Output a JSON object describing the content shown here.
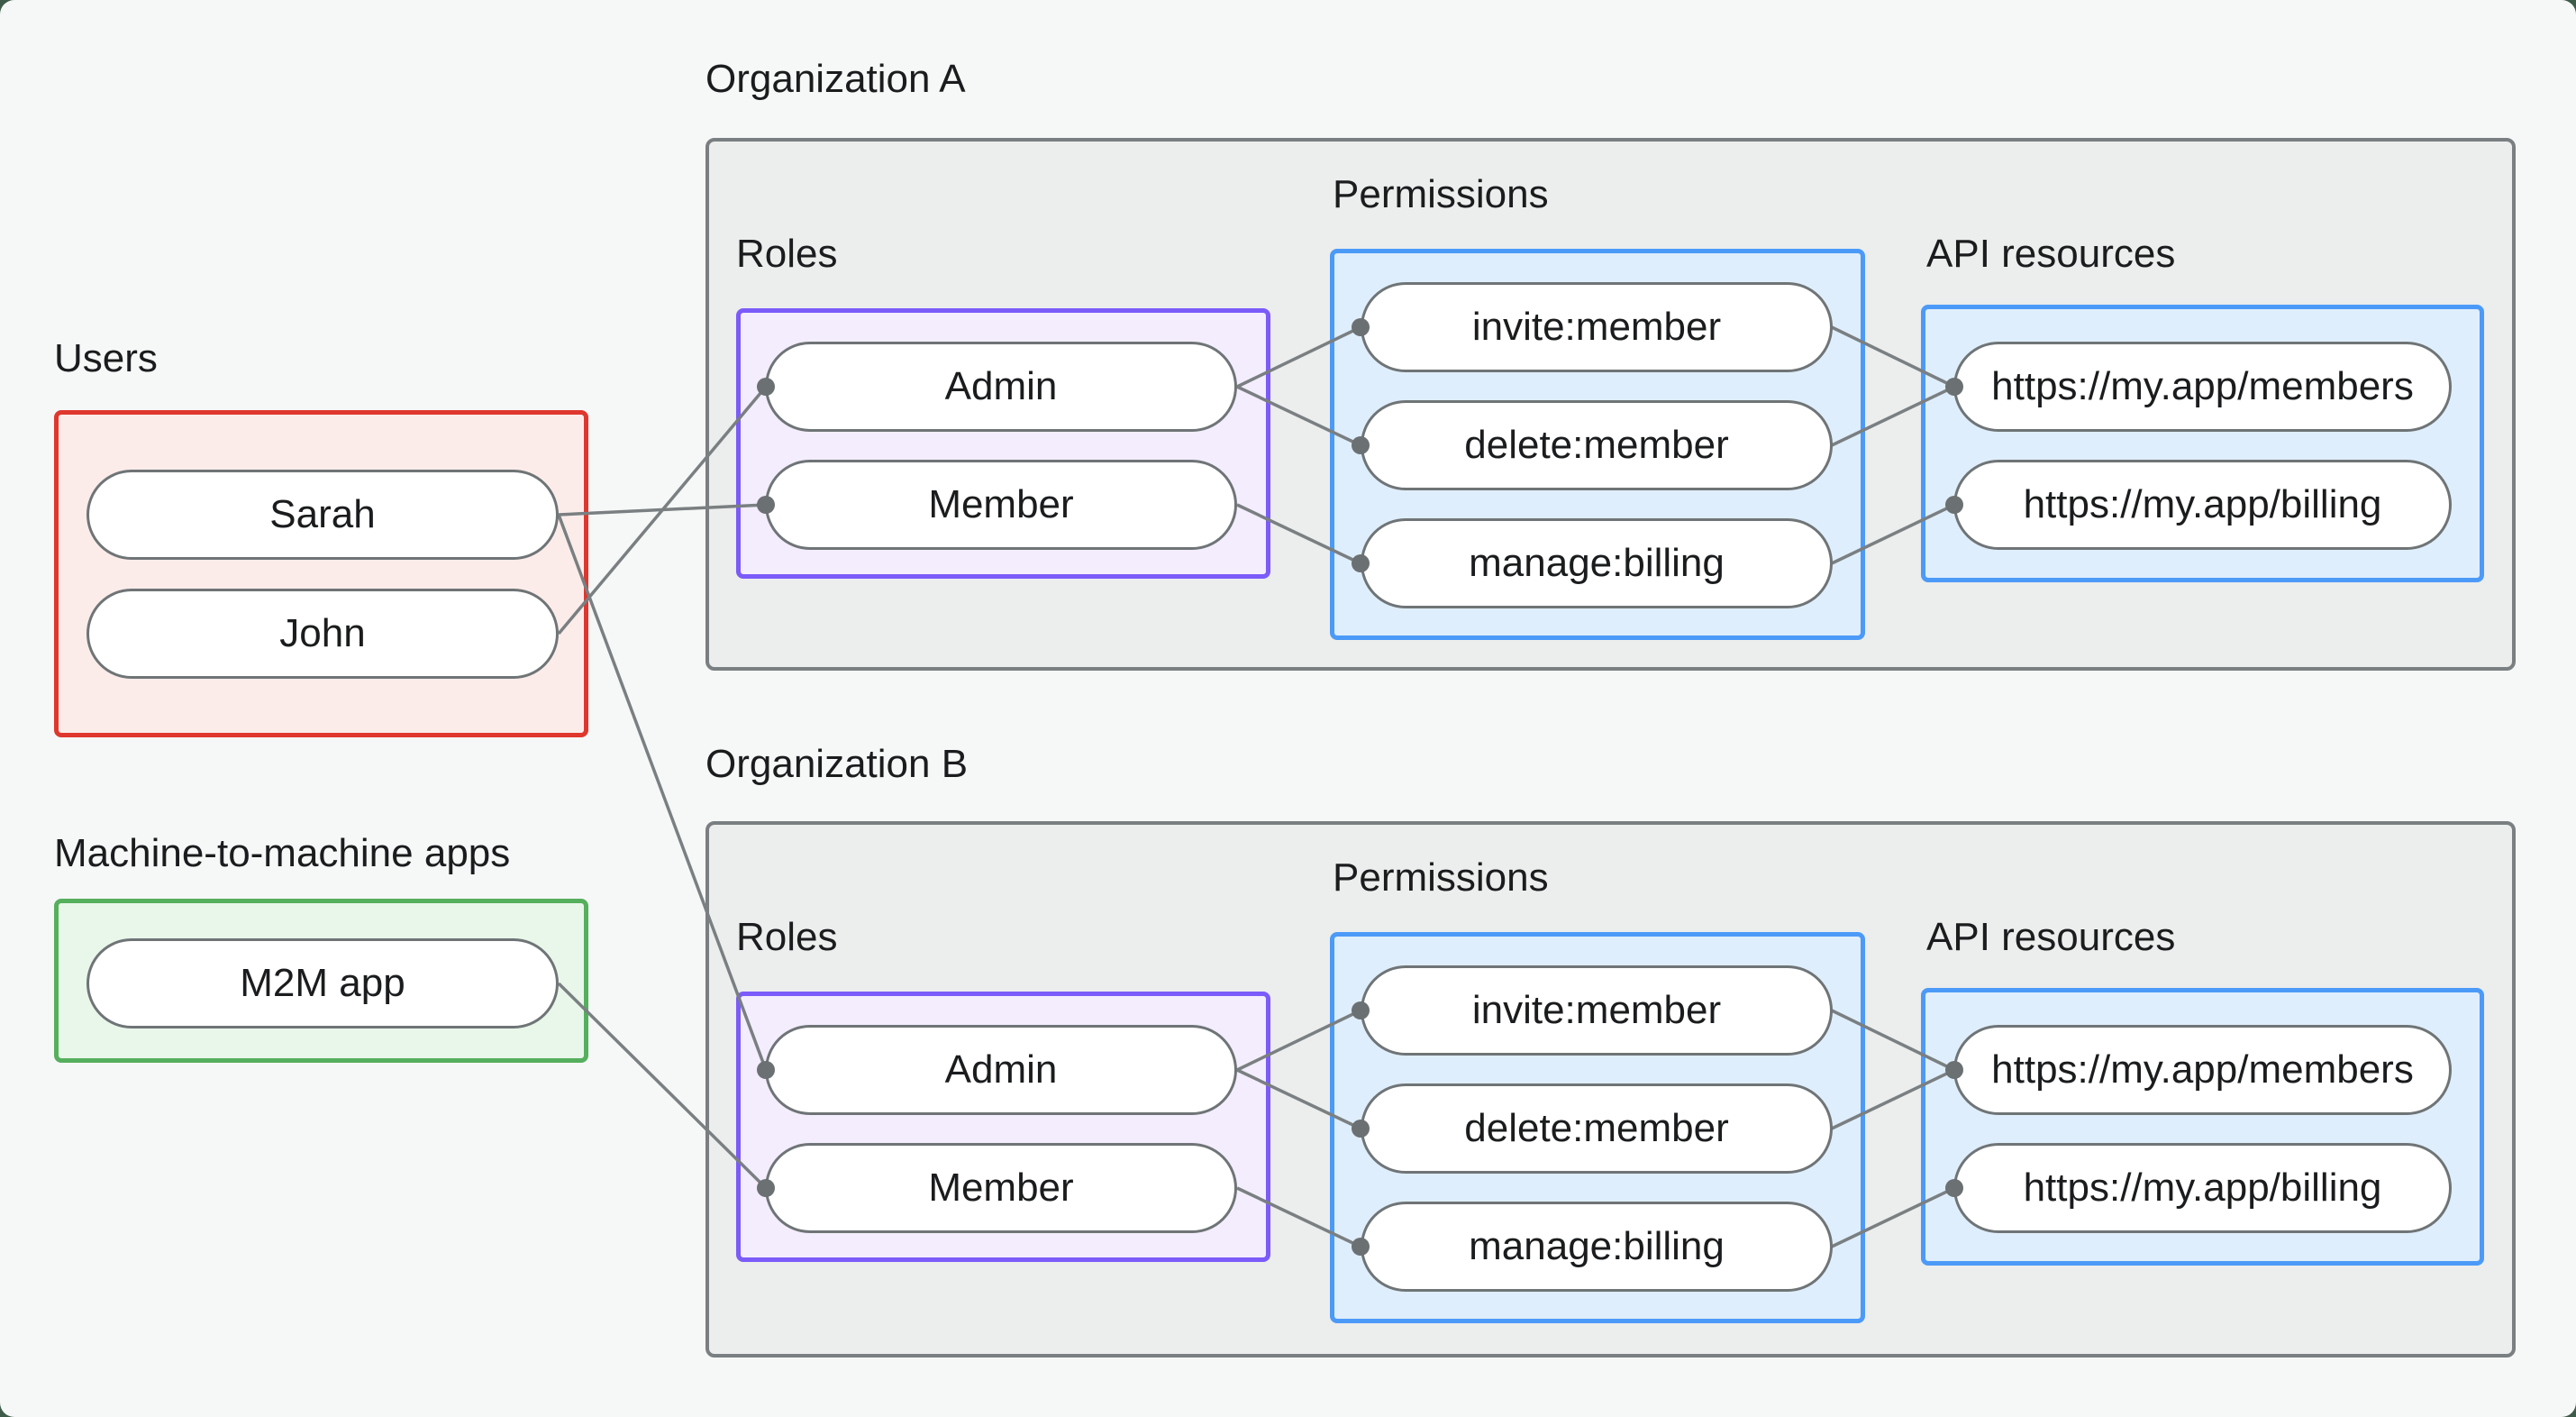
{
  "page": {
    "background": "#F6F7F7",
    "outer_background": "#3E5B49",
    "text_color": "#1A1C1E"
  },
  "colors": {
    "org_border": "#7A7F81",
    "org_fill": "#ECEDED",
    "users_border": "#DF372E",
    "users_fill": "#FBECEA",
    "m2m_border": "#55AF5D",
    "m2m_fill": "#E9F6EA",
    "roles_border": "#7B5BF9",
    "roles_fill": "#F3EDFD",
    "permissions_border": "#4C9AF8",
    "permissions_fill": "#DFEEFC",
    "node_border": "#6F7476",
    "node_fill": "#FFFFFF",
    "edge_line": "#7A7F81",
    "edge_dot": "#6B7073"
  },
  "users_group": {
    "label": "Users",
    "members": [
      {
        "name": "Sarah"
      },
      {
        "name": "John"
      }
    ]
  },
  "m2m_group": {
    "label": "Machine-to-machine apps",
    "members": [
      {
        "name": "M2M app"
      }
    ]
  },
  "org_a": {
    "label": "Organization A",
    "roles_label": "Roles",
    "permissions_label": "Permissions",
    "api_label": "API resources",
    "roles": [
      "Admin",
      "Member"
    ],
    "permissions": [
      "invite:member",
      "delete:member",
      "manage:billing"
    ],
    "api_resources": [
      "https://my.app/members",
      "https://my.app/billing"
    ]
  },
  "org_b": {
    "label": "Organization B",
    "roles_label": "Roles",
    "permissions_label": "Permissions",
    "api_label": "API resources",
    "roles": [
      "Admin",
      "Member"
    ],
    "permissions": [
      "invite:member",
      "delete:member",
      "manage:billing"
    ],
    "api_resources": [
      "https://my.app/members",
      "https://my.app/billing"
    ]
  },
  "connections": [
    {
      "from": "Sarah",
      "to": "Org A / Member"
    },
    {
      "from": "John",
      "to": "Org A / Admin"
    },
    {
      "from": "Sarah",
      "to": "Org B / Admin"
    },
    {
      "from": "M2M app",
      "to": "Org B / Member"
    },
    {
      "from": "Org A / Admin",
      "to": "Org A / invite:member"
    },
    {
      "from": "Org A / Admin",
      "to": "Org A / delete:member"
    },
    {
      "from": "Org A / Member",
      "to": "Org A / manage:billing"
    },
    {
      "from": "Org A / invite:member",
      "to": "Org A / https://my.app/members"
    },
    {
      "from": "Org A / delete:member",
      "to": "Org A / https://my.app/members"
    },
    {
      "from": "Org A / manage:billing",
      "to": "Org A / https://my.app/billing"
    },
    {
      "from": "Org B / Admin",
      "to": "Org B / invite:member"
    },
    {
      "from": "Org B / Admin",
      "to": "Org B / delete:member"
    },
    {
      "from": "Org B / Member",
      "to": "Org B / manage:billing"
    },
    {
      "from": "Org B / invite:member",
      "to": "Org B / https://my.app/members"
    },
    {
      "from": "Org B / delete:member",
      "to": "Org B / https://my.app/members"
    },
    {
      "from": "Org B / manage:billing",
      "to": "Org B / https://my.app/billing"
    }
  ]
}
